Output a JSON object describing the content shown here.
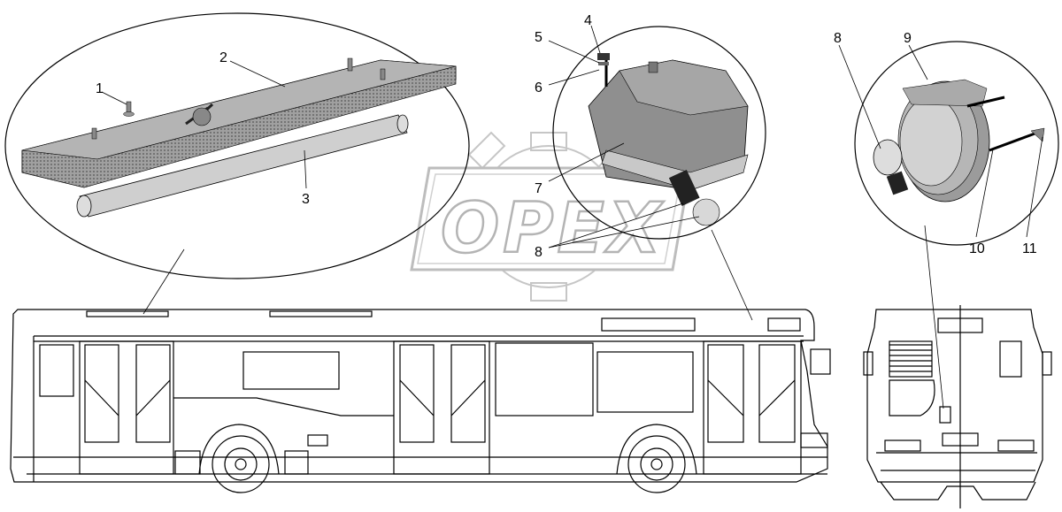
{
  "watermark": {
    "text": "OPEX"
  },
  "callouts": [
    {
      "id": "1",
      "label": "1"
    },
    {
      "id": "2",
      "label": "2"
    },
    {
      "id": "3",
      "label": "3"
    },
    {
      "id": "4",
      "label": "4"
    },
    {
      "id": "5",
      "label": "5"
    },
    {
      "id": "6",
      "label": "6"
    },
    {
      "id": "7",
      "label": "7"
    },
    {
      "id": "8a",
      "label": "8"
    },
    {
      "id": "8b",
      "label": "8"
    },
    {
      "id": "9",
      "label": "9"
    },
    {
      "id": "10",
      "label": "10"
    },
    {
      "id": "11",
      "label": "11"
    }
  ]
}
